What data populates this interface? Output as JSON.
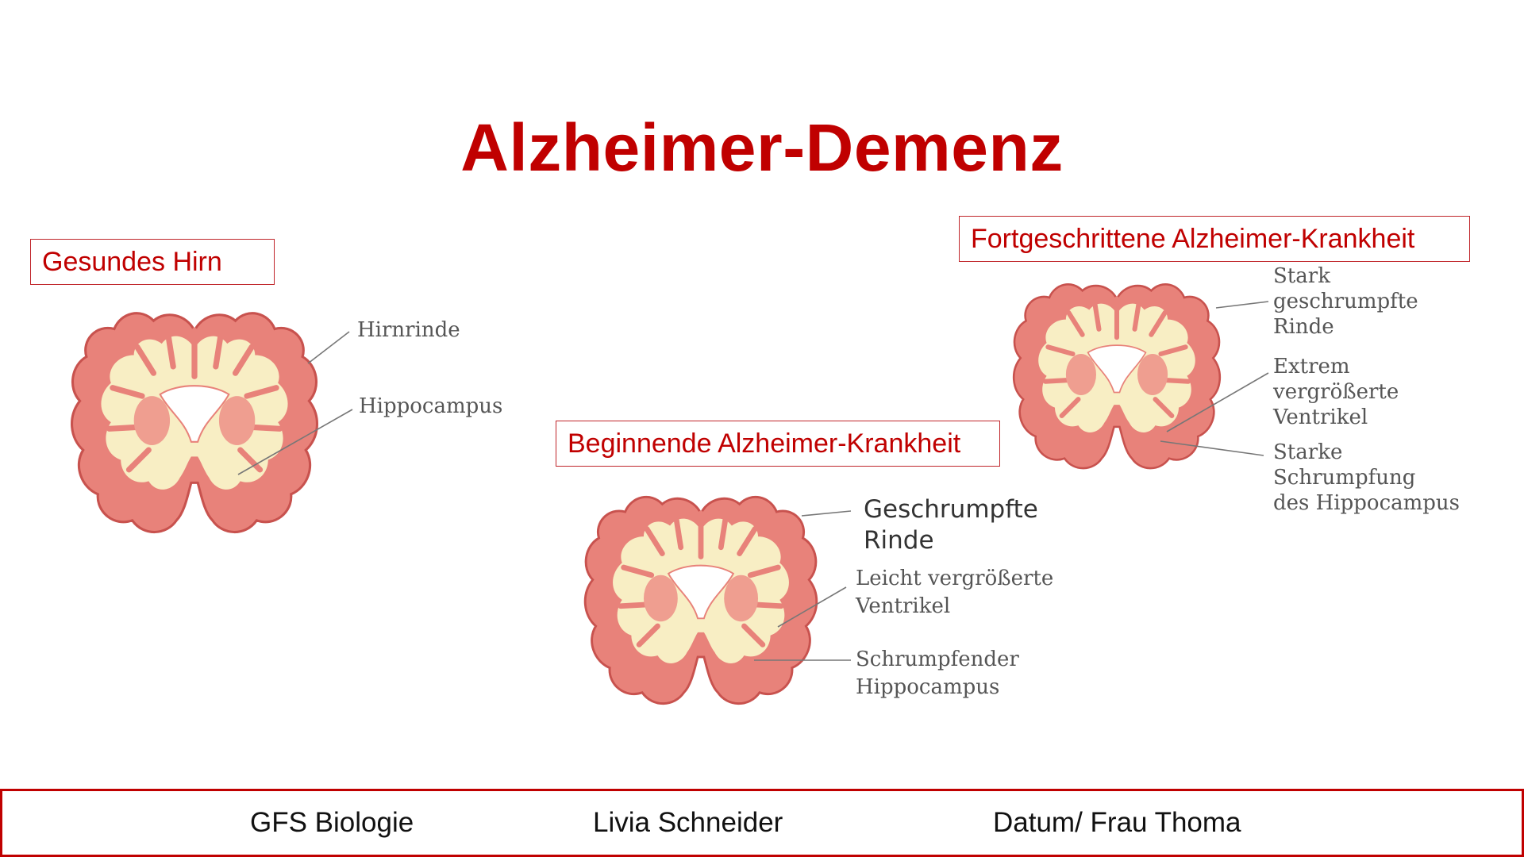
{
  "slide": {
    "title": "Alzheimer-Demenz"
  },
  "panels": {
    "healthy": {
      "label": "Gesundes Hirn",
      "annotations": [
        "Hirnrinde",
        "Hippocampus"
      ]
    },
    "early": {
      "label": "Beginnende Alzheimer-Krankheit",
      "annotations": [
        "Geschrumpfte\nRinde",
        "Leicht vergrößerte\nVentrikel",
        "Schrumpfender\nHippocampus"
      ]
    },
    "advanced": {
      "label": "Fortgeschrittene Alzheimer-Krankheit",
      "annotations": [
        "Stark\ngeschrumpfte\nRinde",
        "Extrem\nvergrößerte\nVentrikel",
        "Starke\nSchrumpfung\ndes Hippocampus"
      ]
    }
  },
  "footer": {
    "course": "GFS Biologie",
    "author": "Livia Schneider",
    "date_teacher": "Datum/ Frau Thoma"
  },
  "colors": {
    "accent": "#c00000",
    "cortex": "#e8827a",
    "white_matter": "#f8eec4"
  }
}
